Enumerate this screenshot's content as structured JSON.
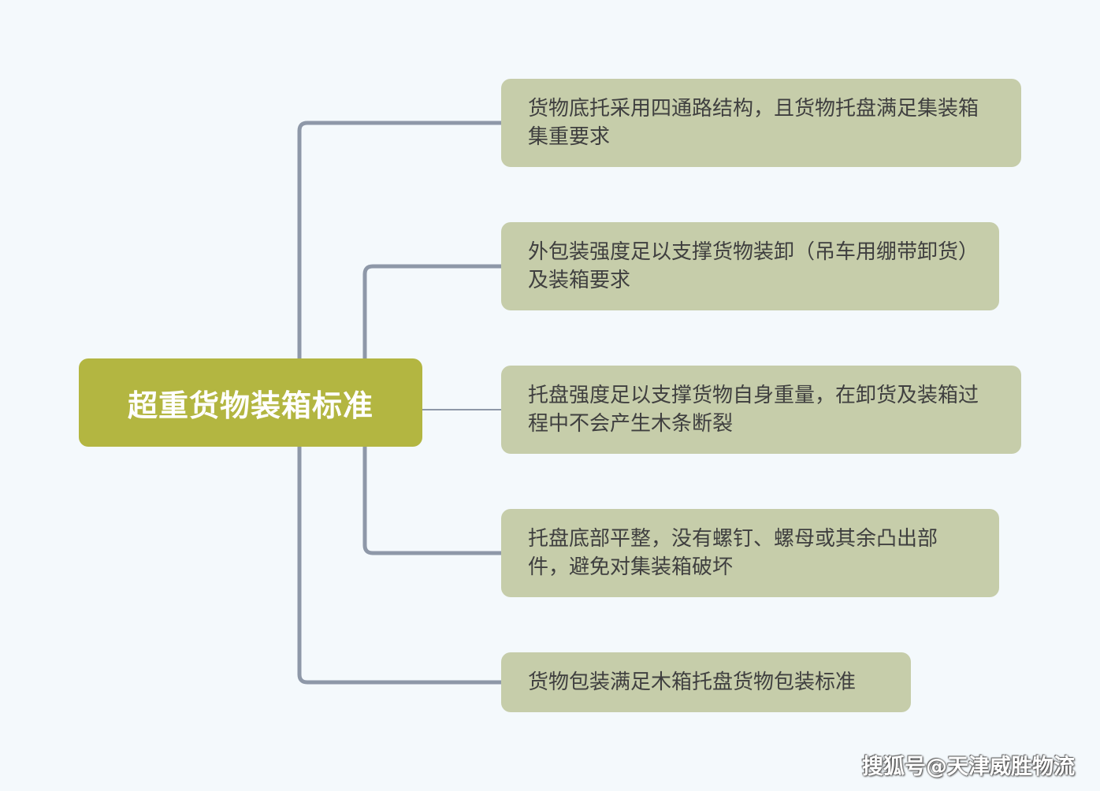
{
  "root": {
    "label": "超重货物装箱标准"
  },
  "children": [
    {
      "label": "货物底托采用四通路结构，且货物托盘满足集装箱集重要求"
    },
    {
      "label": "外包装强度足以支撑货物装卸（吊车用绷带卸货）及装箱要求"
    },
    {
      "label": "托盘强度足以支撑货物自身重量，在卸货及装箱过程中不会产生木条断裂"
    },
    {
      "label": "托盘底部平整，没有螺钉、螺母或其余凸出部件，避免对集装箱破坏"
    },
    {
      "label": "货物包装满足木箱托盘货物包装标准"
    }
  ],
  "watermark": "搜狐号@天津威胜物流",
  "colors": {
    "background": "#f4f9fc",
    "root_fill": "#b3b641",
    "child_fill": "#c6cdaa",
    "connector": "#8e98a8",
    "root_text": "#ffffff",
    "child_text": "#3f3f3f"
  }
}
